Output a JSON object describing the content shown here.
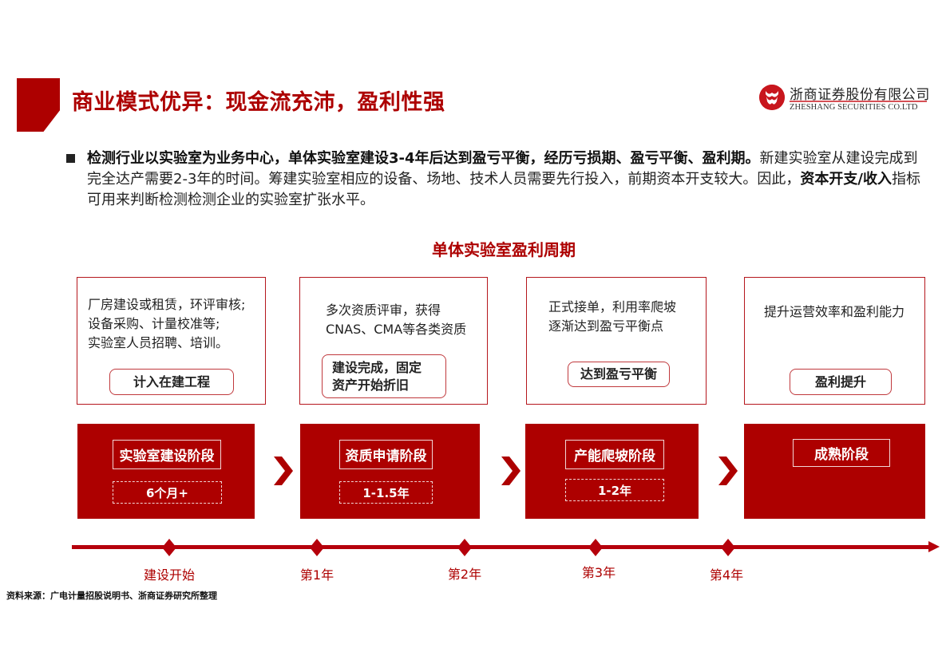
{
  "header": {
    "title": "商业模式优异：现金流充沛，盈利性强",
    "brand_color": "#ad0000",
    "logo": {
      "icon": "zheshang-logo-icon",
      "name_cn": "浙商证券股份有限公司",
      "name_en": "ZHESHANG SECURITIES CO.LTD"
    }
  },
  "intro": {
    "bold_1": "检测行业以实验室为业务中心，单体实验室建设3-4年后达到盈亏平衡，经历亏损期、盈亏平衡、盈利期。",
    "text_1": "新建实验室从建设完成到完全达产需要2-3年的时间。筹建实验室相应的设备、场地、技术人员需要先行投入，前期资本开支较大。因此，",
    "bold_2": "资本开支/收入",
    "text_2": "指标可用来判断检测检测企业的实验室扩张水平。"
  },
  "diagram": {
    "title": "单体实验室盈利周期",
    "stages": [
      {
        "desc_lines": [
          "厂房建设或租赁，环评审核;",
          "设备采购、计量校准等;",
          "实验室人员招聘、培训。"
        ],
        "milestone_lines": [
          "计入在建工程"
        ],
        "name": "实验室建设阶段",
        "duration": "6个月+"
      },
      {
        "desc_lines": [
          "多次资质评审，获得",
          "CNAS、CMA等各类资质"
        ],
        "milestone_lines": [
          "建设完成，固定",
          "资产开始折旧"
        ],
        "name": "资质申请阶段",
        "duration": "1-1.5年"
      },
      {
        "desc_lines": [
          "正式接单，利用率爬坡",
          "逐渐达到盈亏平衡点"
        ],
        "milestone_lines": [
          "达到盈亏平衡"
        ],
        "name": "产能爬坡阶段",
        "duration": "1-2年"
      },
      {
        "desc_lines": [
          "提升运营效率和盈利能力"
        ],
        "milestone_lines": [
          "盈利提升"
        ],
        "name": "成熟阶段",
        "duration": null
      }
    ],
    "arrow_icon": "chevron-right-icon"
  },
  "timeline": {
    "labels": [
      "建设开始",
      "第1年",
      "第2年",
      "第3年",
      "第4年"
    ],
    "color": "#b5000b"
  },
  "source": "资料来源：广电计量招股说明书、浙商证券研究所整理"
}
